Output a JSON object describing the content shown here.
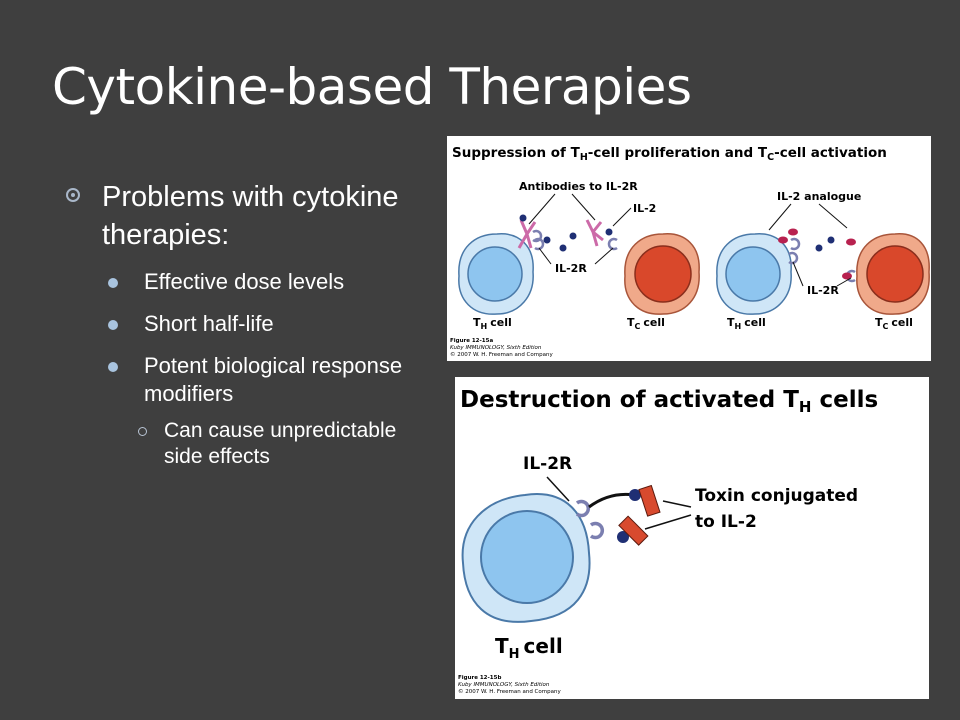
{
  "slide": {
    "title": "Cytokine-based Therapies",
    "bullets": {
      "main": "Problems with cytokine therapies:",
      "sub": [
        "Effective dose levels",
        "Short half-life",
        "Potent biological response modifiers"
      ],
      "subsub": "Can cause unpredictable side effects"
    }
  },
  "figure_a": {
    "heading_pre": "Suppression of T",
    "heading_sub1": "H",
    "heading_mid": "-cell proliferation and T",
    "heading_sub2": "C",
    "heading_post": "-cell activation",
    "label_antibodies": "Antibodies to IL-2R",
    "label_il2": "IL-2",
    "label_il2r_left": "IL-2R",
    "label_il2_analogue": "IL-2 analogue",
    "label_il2r_right": "IL-2R",
    "cell_th": "T",
    "cell_th_sub": "H",
    "cell_tc": "T",
    "cell_tc_sub": "C",
    "cell_word": "cell",
    "caption1": "Figure 12-15a",
    "caption2": "Kuby IMMUNOLOGY, Sixth Edition",
    "caption3": "© 2007 W. H. Freeman and Company"
  },
  "figure_b": {
    "heading_pre": "Destruction of activated T",
    "heading_sub": "H",
    "heading_post": " cells",
    "label_il2r": "IL-2R",
    "label_toxin1": "Toxin conjugated",
    "label_toxin2": "to IL-2",
    "cell_t": "T",
    "cell_sub": "H",
    "cell_word": "cell",
    "caption1": "Figure 12-15b",
    "caption2": "Kuby IMMUNOLOGY, Sixth Edition",
    "caption3": "© 2007 W. H. Freeman and Company"
  },
  "colors": {
    "background": "#3f3f3f",
    "th_cell_fill": "#cfe6f7",
    "th_nucleus": "#8ec5ef",
    "tc_cell_fill": "#f0a98a",
    "tc_nucleus": "#d9482b",
    "antibody": "#cc6aa8",
    "il2_dot": "#1f2f74",
    "analogue": "#b8214f",
    "toxin": "#d84a2e"
  }
}
